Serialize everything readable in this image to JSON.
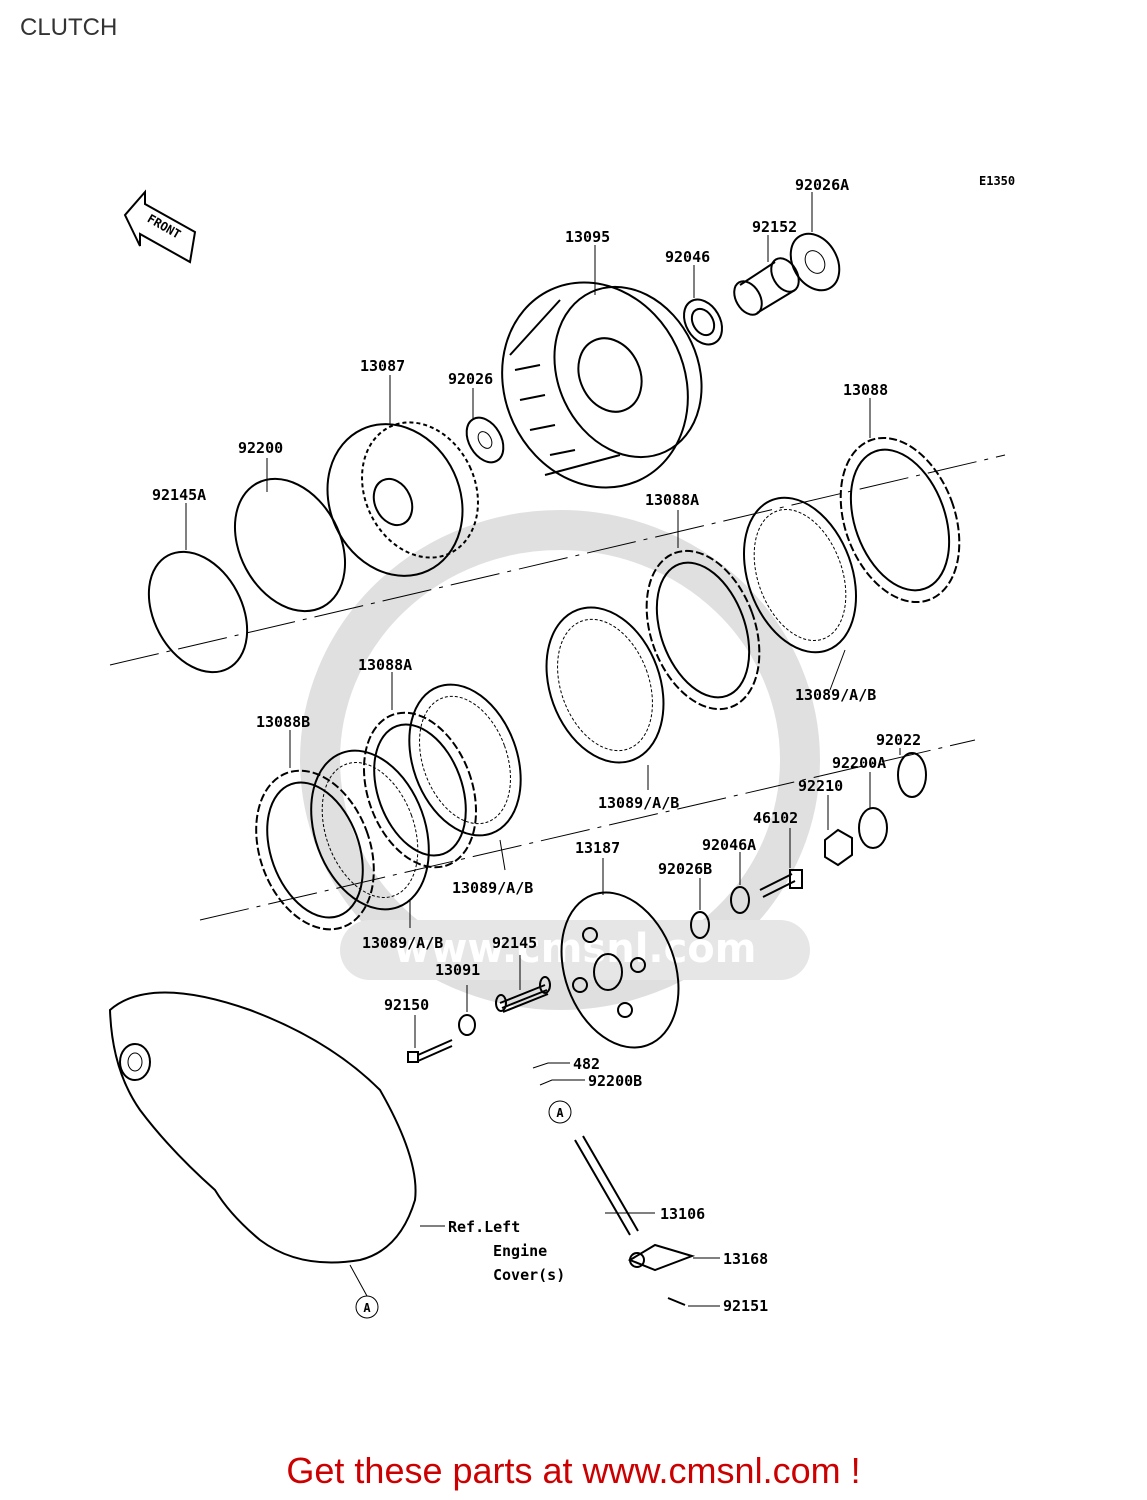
{
  "page": {
    "title": "CLUTCH"
  },
  "diagram": {
    "code": "E1350",
    "front_label": "FRONT",
    "watermark": "www.cmsnl.com",
    "parts": {
      "p92026A_top": "92026A",
      "p92152": "92152",
      "p13095": "13095",
      "p92046": "92046",
      "p13087": "13087",
      "p92026": "92026",
      "p13088": "13088",
      "p92200": "92200",
      "p92145A": "92145A",
      "p13088A_right": "13088A",
      "p13089_right": "13089/A/B",
      "p13088A_left": "13088A",
      "p13088B": "13088B",
      "p13089_center": "13089/A/B",
      "p92022": "92022",
      "p92200A": "92200A",
      "p92210": "92210",
      "p46102": "46102",
      "p13187": "13187",
      "p92046A": "92046A",
      "p92026B": "92026B",
      "p13089_mid": "13089/A/B",
      "p13089_low": "13089/A/B",
      "p92145": "92145",
      "p13091": "13091",
      "p92150": "92150",
      "p482": "482",
      "p92200B": "92200B",
      "p13106": "13106",
      "p13168": "13168",
      "p92151": "92151",
      "ref_line1": "Ref.Left",
      "ref_line2": "Engine",
      "ref_line3": "Cover(s)",
      "marker_a1": "A",
      "marker_a2": "A"
    }
  },
  "footer": {
    "text": "Get these parts at www.cmsnl.com !"
  }
}
